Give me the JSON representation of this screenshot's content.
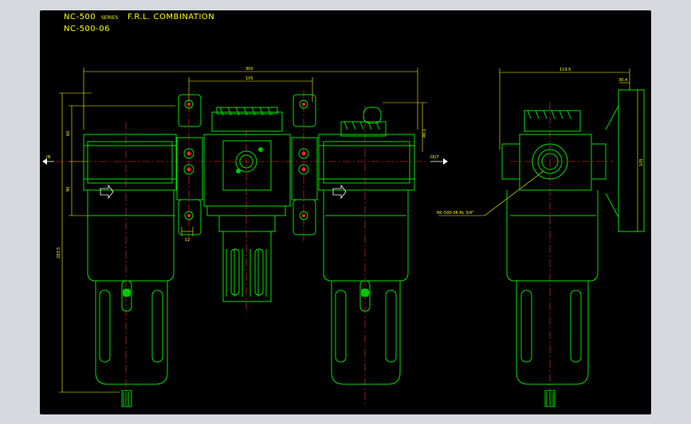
{
  "drawing": {
    "title_line1_model": "NC-500",
    "title_line1_series": "SERIES",
    "title_line1_name": "F.R.L. COMBINATION",
    "title_line2": "NC-500-06"
  },
  "dimensions": {
    "overall_width": "300",
    "center_spacing": "105",
    "upper_height": "60",
    "lower_height": "90",
    "total_height": "283.5",
    "bracket_width": "12",
    "side_width": "119.5",
    "side_flange": "30.4",
    "side_height": "105",
    "bowl_top": "40.1"
  },
  "labels": {
    "inlet": "IN",
    "outlet": "OUT",
    "port_callout": "NC-500-06 Rc 3/4\""
  },
  "colors": {
    "background": "#000000",
    "outline": "#00e000",
    "dimension": "#ffff00",
    "centerline": "#ff3030",
    "hidden": "#ffffff"
  }
}
